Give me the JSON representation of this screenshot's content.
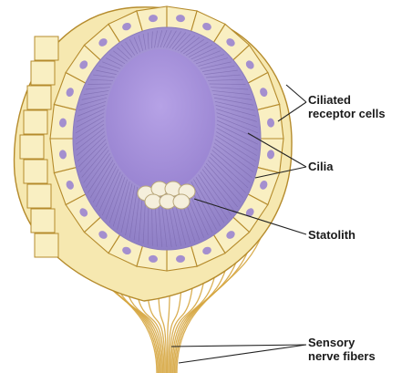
{
  "labels": {
    "ciliated_receptor_cells": [
      "Ciliated",
      "receptor cells"
    ],
    "cilia": "Cilia",
    "statolith": "Statolith",
    "sensory_nerve_fibers": [
      "Sensory",
      "nerve fibers"
    ]
  },
  "colors": {
    "cell_fill": "#f9efc2",
    "cell_outline": "#b58b2c",
    "nucleus": "#a48fcf",
    "cavity": "#c9bde4",
    "cilia_lines": "#7d6bb0",
    "statolith": "#f5efdc",
    "nerve_fibers": "#d6a640",
    "leader_lines": "#222222"
  },
  "statolith_grain_count": 7
}
